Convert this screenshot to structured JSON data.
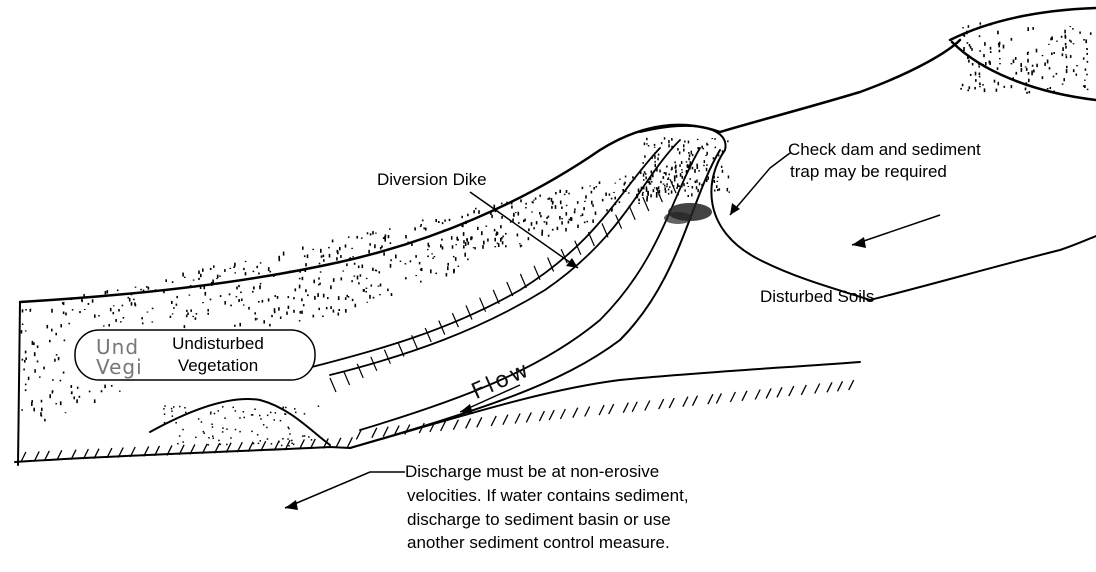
{
  "labels": {
    "diversion_dike": "Diversion Dike",
    "check_dam_line1": "Check dam and sediment",
    "check_dam_line2": "trap may be required",
    "disturbed_soils": "Disturbed Soils",
    "undisturbed_line1": "Undisturbed",
    "undisturbed_line2": "Vegetation",
    "old_label_line1": "Und",
    "old_label_line2": "Vegi",
    "flow": "Flow",
    "discharge_lines": [
      "Discharge must be at non-erosive",
      "velocities.  If water contains sediment,",
      "discharge to sediment basin or use",
      "another sediment control measure."
    ]
  },
  "colors": {
    "ink": "#000000",
    "background": "#ffffff"
  }
}
